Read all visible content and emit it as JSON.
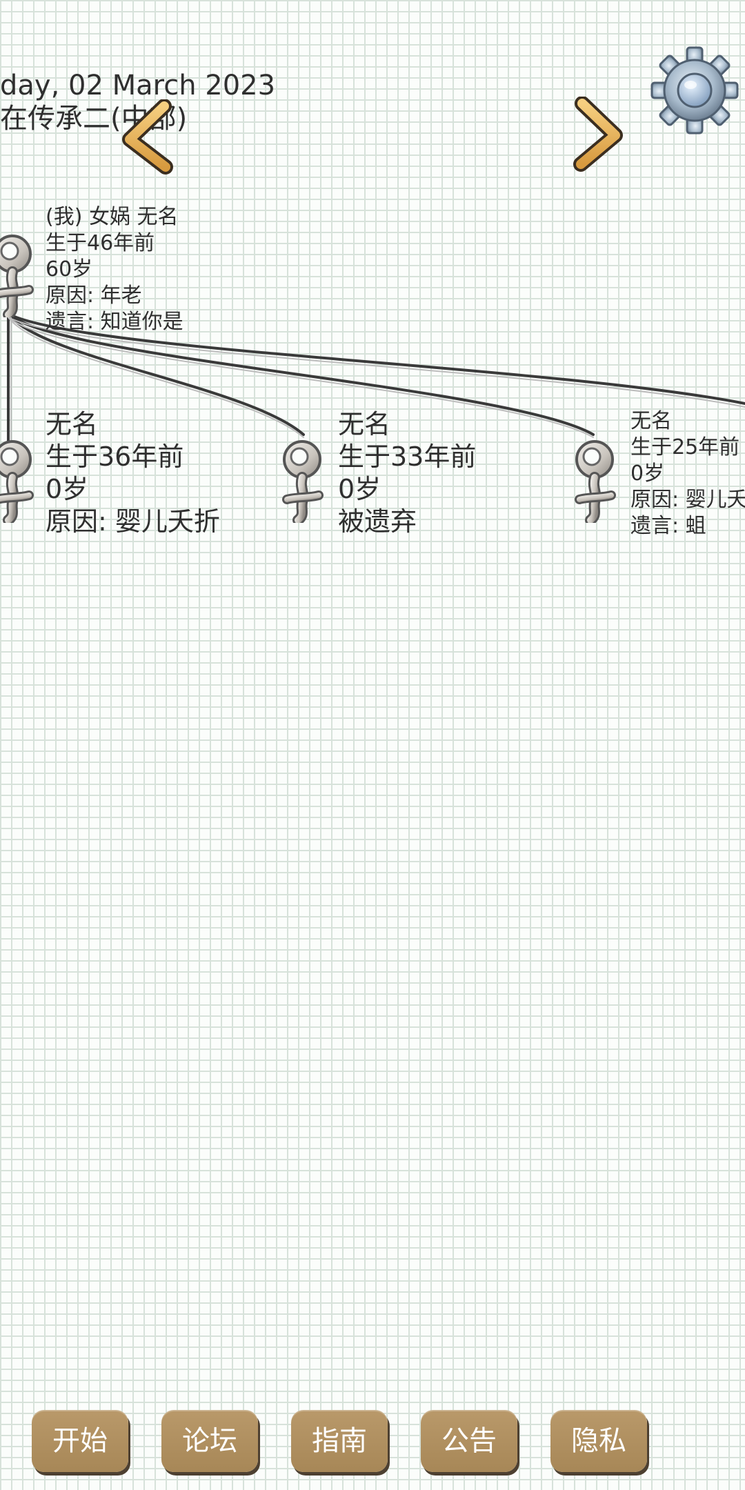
{
  "header": {
    "date_text": "day, 02 March 2023",
    "era_text": "在传承二(中部)"
  },
  "me": {
    "lines": [
      "(我) 女娲 无名",
      "生于46年前",
      "60岁",
      "原因:  年老",
      "遗言:  知道你是"
    ]
  },
  "children": [
    {
      "lines": [
        "无名",
        "生于36年前",
        "0岁",
        "原因:  婴儿夭折"
      ]
    },
    {
      "lines": [
        "无名",
        "生于33年前",
        "0岁",
        "被遗弃"
      ]
    },
    {
      "lines": [
        "无名",
        "生于25年前",
        "0岁",
        "原因:  婴儿夭",
        "遗言:  蛆"
      ]
    }
  ],
  "menu": [
    {
      "label": "开始"
    },
    {
      "label": "论坛"
    },
    {
      "label": "指南"
    },
    {
      "label": "公告"
    },
    {
      "label": "隐私"
    }
  ],
  "icons": {
    "settings": "gear-icon",
    "prev": "chevron-left-icon",
    "next": "chevron-right-icon",
    "person": "female-symbol-icon"
  },
  "colors": {
    "button": "#a88a5a",
    "arrow": "#e8b05a",
    "gear": "#9fb3c6"
  }
}
